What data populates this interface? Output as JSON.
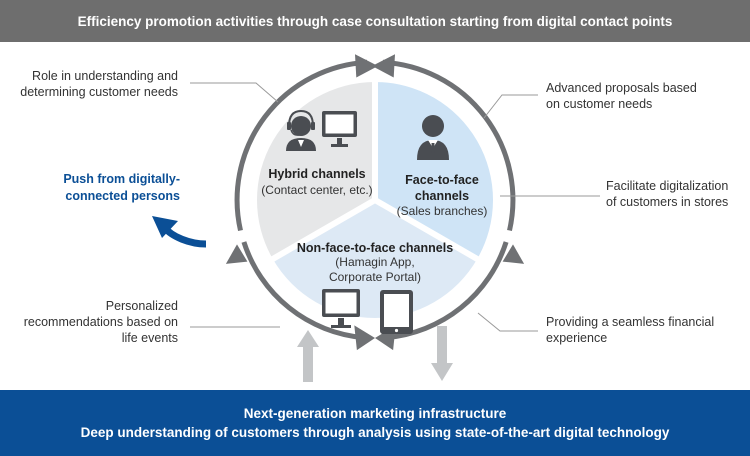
{
  "header": {
    "title": "Efficiency promotion activities through case consultation starting from digital contact points"
  },
  "footer": {
    "line1": "Next-generation marketing infrastructure",
    "line2": "Deep understanding of customers through analysis using state-of-the-art digital technology"
  },
  "segments": {
    "hybrid": {
      "title": "Hybrid channels",
      "sub": "(Contact center, etc.)"
    },
    "face": {
      "title_1": "Face-to-face",
      "title_2": "channels",
      "sub": "(Sales branches)"
    },
    "nonface": {
      "title": "Non-face-to-face channels",
      "sub_1": "(Hamagin App,",
      "sub_2": "Corporate Portal)"
    }
  },
  "left_labels": {
    "role_1": "Role in understanding and",
    "role_2": "determining customer needs",
    "personal_1": "Personalized",
    "personal_2": "recommendations based on",
    "personal_3": "life events"
  },
  "right_labels": {
    "advanced_1": "Advanced proposals based",
    "advanced_2": "on customer needs",
    "facilitate_1": "Facilitate digitalization",
    "facilitate_2": "of customers in stores",
    "seamless_1": "Providing a seamless financial",
    "seamless_2": "experience"
  },
  "push": {
    "line1": "Push from digitally-",
    "line2": "connected persons"
  },
  "colors": {
    "header_bg": "#6e6e6e",
    "footer_bg": "#0b4f96",
    "accent_blue": "#0b4f96",
    "ring_gray": "#6f7174",
    "segment_gray": "#e6e7e8",
    "segment_blue": "#cfe4f6",
    "segment_lightblue": "#dde9f5"
  },
  "icons": [
    "headset-person-icon",
    "monitor-icon",
    "businessman-icon",
    "monitor-icon",
    "tablet-icon",
    "curved-arrow-icon",
    "up-arrow-icon",
    "down-arrow-icon"
  ]
}
